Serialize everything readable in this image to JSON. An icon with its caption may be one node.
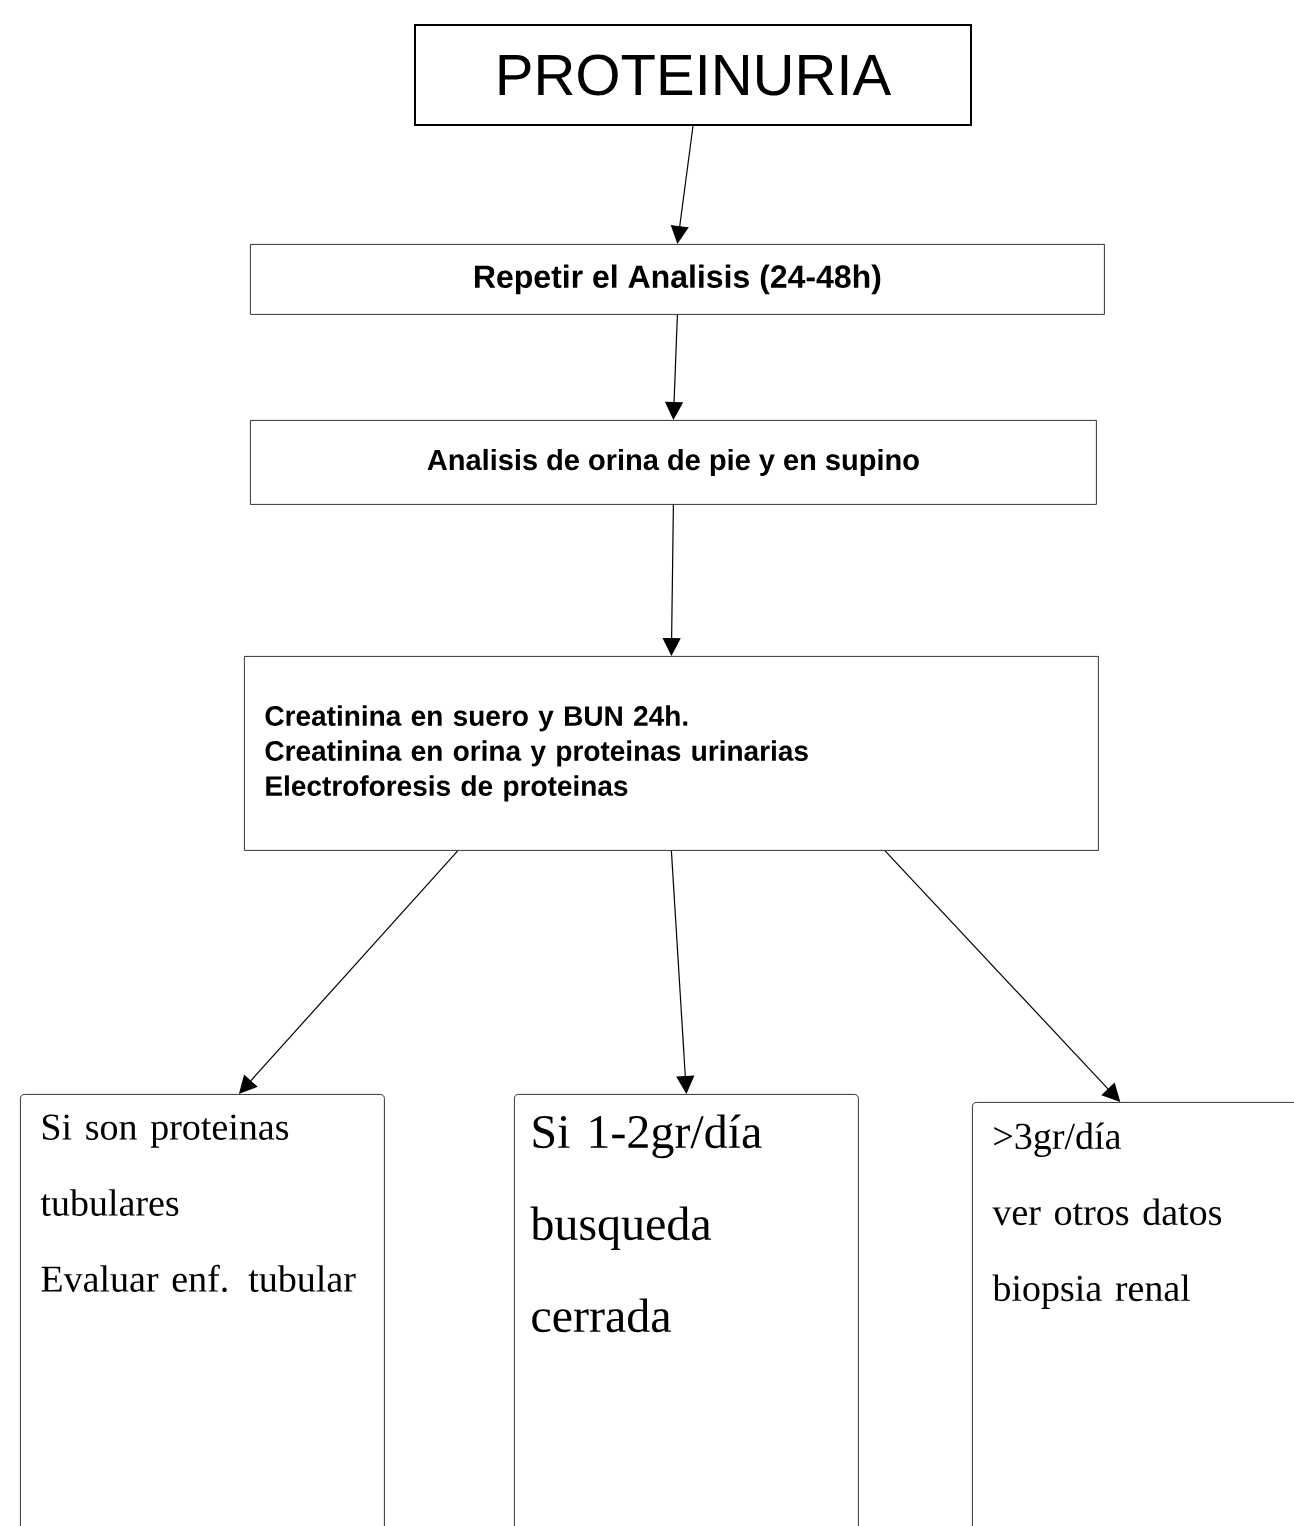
{
  "diagram": {
    "nodes": [
      {
        "text": [
          "PROTEINURIA"
        ]
      },
      {
        "text": [
          "Repetir el Analisis (24-48h)"
        ]
      },
      {
        "text": [
          "Analisis de orina de pie y en supino"
        ]
      },
      {
        "text": [
          "Creatinina en suero y BUN 24h.",
          "Creatinina en orina y proteinas urinarias",
          "Electroforesis de proteinas"
        ]
      },
      {
        "text": [
          "Si son proteinas tubulares",
          "Evaluar enf. tubular"
        ]
      },
      {
        "text": [
          "Si 1-2gr/día busqueda cerrada"
        ]
      },
      {
        "text": [
          ">3gr/día",
          "ver otros datos",
          "biopsia renal"
        ]
      }
    ],
    "edges": [
      {
        "from": 0,
        "to": 1,
        "arrow": "to"
      },
      {
        "from": 1,
        "to": 2,
        "arrow": "to"
      },
      {
        "from": 2,
        "to": 3,
        "arrow": "to"
      },
      {
        "from": 3,
        "to": 4,
        "arrow": "to"
      },
      {
        "from": 3,
        "to": 5,
        "arrow": "to"
      },
      {
        "from": 3,
        "to": 6,
        "arrow": "to"
      }
    ]
  }
}
